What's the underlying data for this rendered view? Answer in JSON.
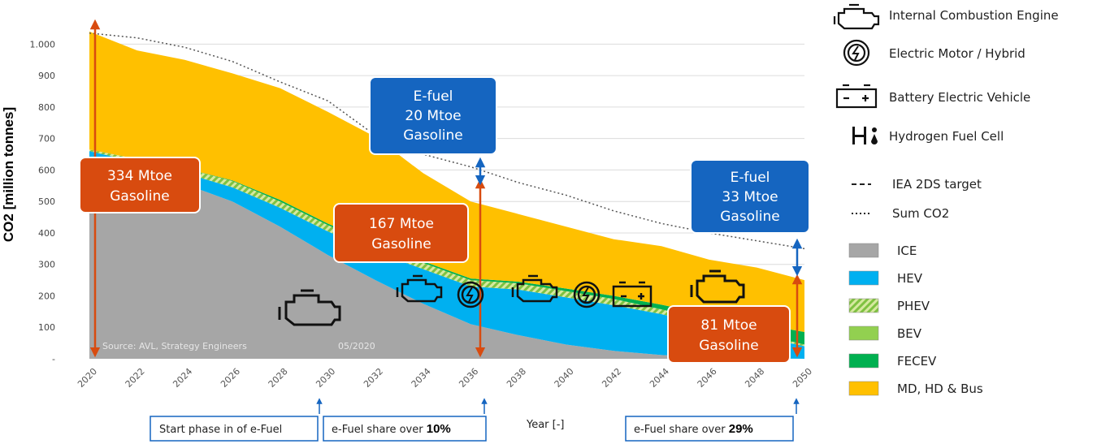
{
  "chart_data": {
    "type": "area",
    "ylabel": "CO2 [million tonnes]",
    "xlabel": "Year [-]",
    "yticks": [
      "-",
      "100",
      "200",
      "300",
      "400",
      "500",
      "600",
      "700",
      "800",
      "900",
      "1.000"
    ],
    "ylim": [
      0,
      1050
    ],
    "x": [
      2020,
      2022,
      2024,
      2026,
      2028,
      2030,
      2032,
      2034,
      2036,
      2038,
      2040,
      2042,
      2044,
      2046,
      2048,
      2050
    ],
    "series": [
      {
        "name": "ICE",
        "color": "#a6a6a6",
        "values": [
          640,
          600,
          555,
          500,
          420,
          330,
          250,
          175,
          110,
          75,
          45,
          25,
          12,
          5,
          2,
          0
        ]
      },
      {
        "name": "HEV",
        "color": "#00b0f0",
        "values": [
          20,
          25,
          35,
          45,
          60,
          75,
          90,
          110,
          120,
          145,
          150,
          145,
          130,
          100,
          70,
          40
        ]
      },
      {
        "name": "PHEV",
        "color": "#92d050",
        "values": [
          5,
          10,
          15,
          20,
          20,
          20,
          20,
          20,
          20,
          20,
          20,
          20,
          15,
          15,
          10,
          5
        ]
      },
      {
        "name": "BEV",
        "color": "#92d050",
        "values": [
          0,
          0,
          0,
          0,
          0,
          0,
          0,
          0,
          0,
          0,
          0,
          0,
          0,
          0,
          0,
          0
        ]
      },
      {
        "name": "FECEV",
        "color": "#00b050",
        "values": [
          0,
          0,
          0,
          2,
          5,
          5,
          5,
          5,
          5,
          5,
          8,
          10,
          15,
          20,
          30,
          40
        ]
      },
      {
        "name": "MD, HD & Bus",
        "color": "#ffc000",
        "values": [
          375,
          345,
          345,
          340,
          355,
          355,
          340,
          280,
          245,
          215,
          197,
          180,
          186,
          175,
          178,
          165
        ]
      }
    ],
    "lines": [
      {
        "name": "IEA 2DS target",
        "style": "dashed"
      },
      {
        "name": "Sum CO2",
        "style": "dotted",
        "values": [
          1035,
          1020,
          990,
          945,
          880,
          820,
          710,
          650,
          610,
          560,
          520,
          470,
          430,
          400,
          375,
          350
        ]
      }
    ],
    "source": "Source: AVL, Strategy Engineers",
    "date": "05/2020",
    "annotations": [
      {
        "lines": [
          "334 Mtoe",
          "Gasoline"
        ],
        "color": "#d84b0f"
      },
      {
        "lines": [
          "167 Mtoe",
          "Gasoline"
        ],
        "color": "#d84b0f"
      },
      {
        "lines": [
          "81 Mtoe",
          "Gasoline"
        ],
        "color": "#d84b0f"
      },
      {
        "lines": [
          "E-fuel",
          "20 Mtoe",
          "Gasoline"
        ],
        "color": "#1565c0"
      },
      {
        "lines": [
          "E-fuel",
          "33 Mtoe",
          "Gasoline"
        ],
        "color": "#1565c0"
      }
    ]
  },
  "legend": {
    "icons": [
      {
        "icon": "engine-icon",
        "label": "Internal Combustion Engine"
      },
      {
        "icon": "electric-motor-icon",
        "label": "Electric Motor / Hybrid"
      },
      {
        "icon": "battery-icon",
        "label": "Battery Electric Vehicle"
      },
      {
        "icon": "hydrogen-icon",
        "label": "Hydrogen Fuel Cell"
      }
    ],
    "lines": [
      {
        "label": "IEA 2DS target"
      },
      {
        "label": "Sum CO2"
      }
    ],
    "swatches": [
      {
        "label": "ICE",
        "color": "#a6a6a6"
      },
      {
        "label": "HEV",
        "color": "#00b0f0"
      },
      {
        "label": "PHEV",
        "color": "#92d050"
      },
      {
        "label": " BEV",
        "color": "#92d050"
      },
      {
        "label": "FECEV",
        "color": "#00b050"
      },
      {
        "label": "MD, HD & Bus",
        "color": "#ffc000"
      }
    ]
  },
  "notes": [
    {
      "text": "Start phase in of e-Fuel",
      "pct": ""
    },
    {
      "text": "e-Fuel share over ",
      "pct": "10%"
    },
    {
      "text": "e-Fuel share over ",
      "pct": "29%"
    }
  ]
}
